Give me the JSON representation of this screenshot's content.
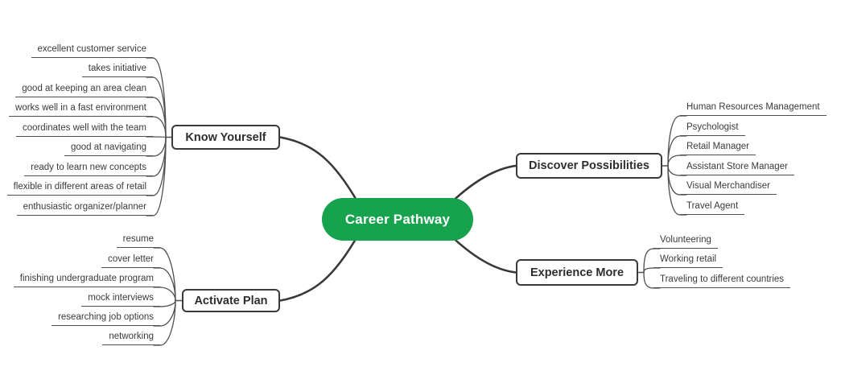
{
  "diagram": {
    "center": {
      "label": "Career Pathway"
    },
    "branches": [
      {
        "label": "Know Yourself",
        "items": [
          "excellent customer service",
          "takes initiative",
          "good at keeping an area clean",
          "works well in a fast environment",
          "coordinates well with the team",
          "good at navigating",
          "ready to learn new concepts",
          "flexible in different areas of retail",
          "enthusiastic organizer/planner"
        ]
      },
      {
        "label": "Discover Possibilities",
        "items": [
          "Human Resources Management",
          "Psychologist",
          "Retail Manager",
          "Assistant Store Manager",
          "Visual Merchandiser",
          "Travel Agent"
        ]
      },
      {
        "label": "Activate Plan",
        "items": [
          "resume",
          "cover letter",
          "finishing undergraduate program",
          "mock interviews",
          "researching job options",
          "networking"
        ]
      },
      {
        "label": "Experience More",
        "items": [
          "Volunteering",
          "Working retail",
          "Traveling to different countries"
        ]
      }
    ],
    "colors": {
      "center_fill": "#17A24D",
      "center_text": "#FFFFFF",
      "main_line": "#383838",
      "leaf_line": "#4f4f4f",
      "box_border": "#3a3a3a",
      "box_text": "#2e2e2e",
      "leaf_text": "#3a3a3a",
      "background": "#FFFFFF"
    }
  }
}
